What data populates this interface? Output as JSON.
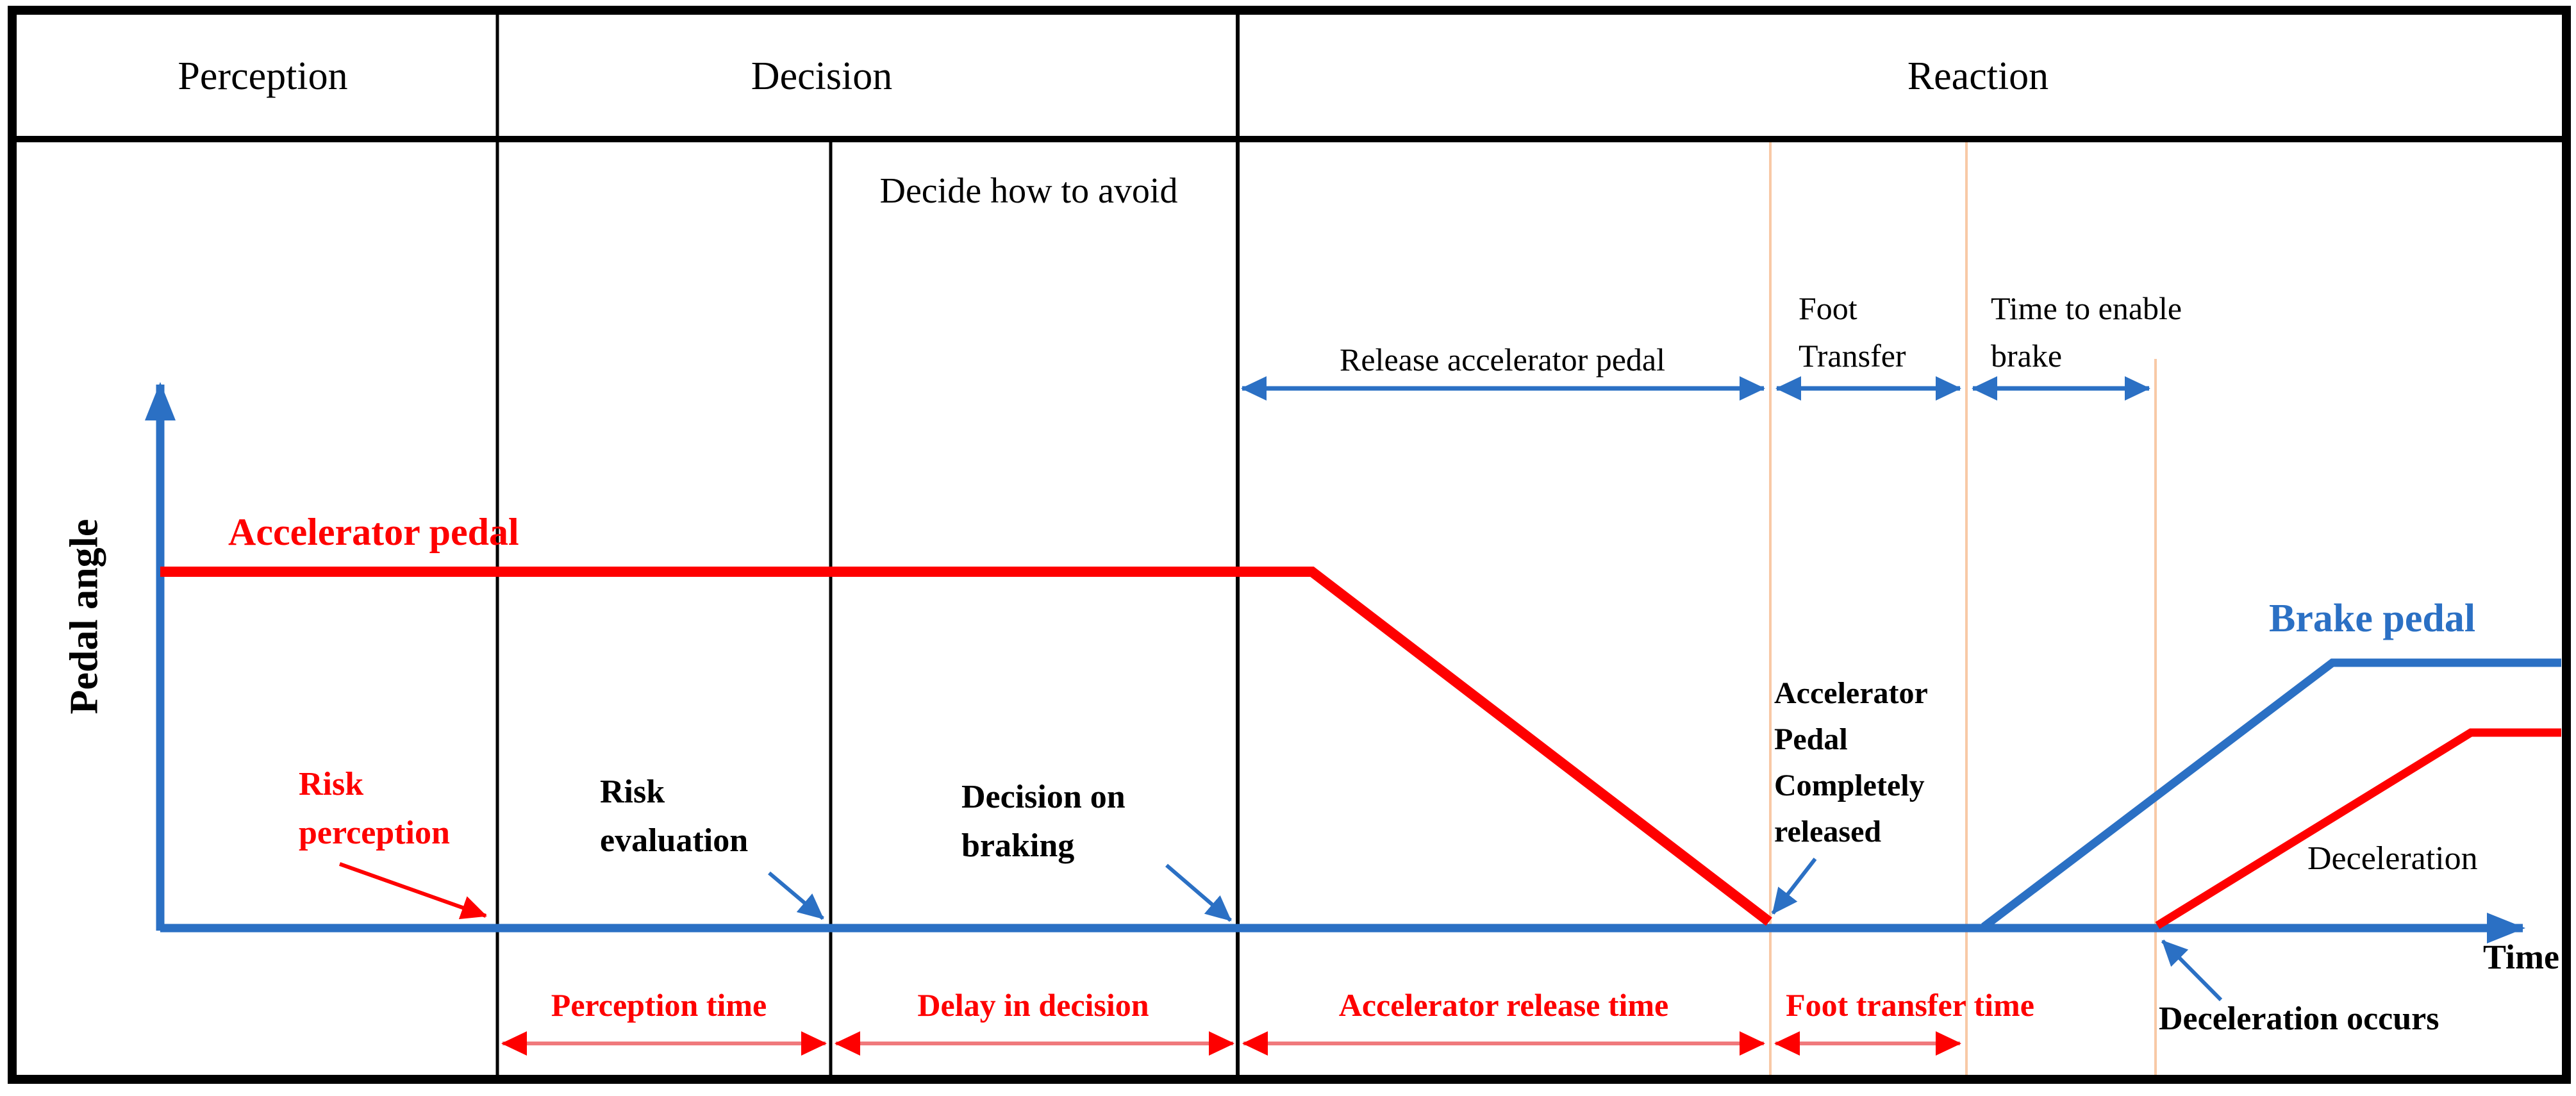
{
  "phases": {
    "perception": "Perception",
    "decision": "Decision",
    "reaction": "Reaction"
  },
  "note": {
    "decide_how_to_avoid": "Decide how to avoid"
  },
  "axes": {
    "y_label": "Pedal angle",
    "x_label": "Time"
  },
  "curves": {
    "accelerator": "Accelerator pedal",
    "brake": "Brake pedal"
  },
  "top_durations": {
    "release_accelerator": "Release accelerator pedal",
    "foot_transfer": "Foot\nTransfer",
    "time_to_enable_brake": "Time to enable\nbrake"
  },
  "events": {
    "risk_perception": "Risk\nperception",
    "risk_evaluation": "Risk\nevaluation",
    "decision_on_braking": "Decision on\nbraking",
    "accelerator_released": "Accelerator\nPedal\nCompletely\nreleased",
    "deceleration": "Deceleration",
    "deceleration_occurs": "Deceleration occurs"
  },
  "bottom_durations": {
    "perception_time": "Perception time",
    "delay_in_decision": "Delay in decision",
    "accelerator_release_time": "Accelerator release time",
    "foot_transfer_time": "Foot transfer time"
  },
  "colors": {
    "accelerator_red": "#fe0000",
    "brake_blue": "#2b70c4",
    "phase_marker_orange": "#f8c9a6",
    "duration_arrow_shaft_red": "#f0797c",
    "text_black": "#000000",
    "border_black": "#000000"
  }
}
